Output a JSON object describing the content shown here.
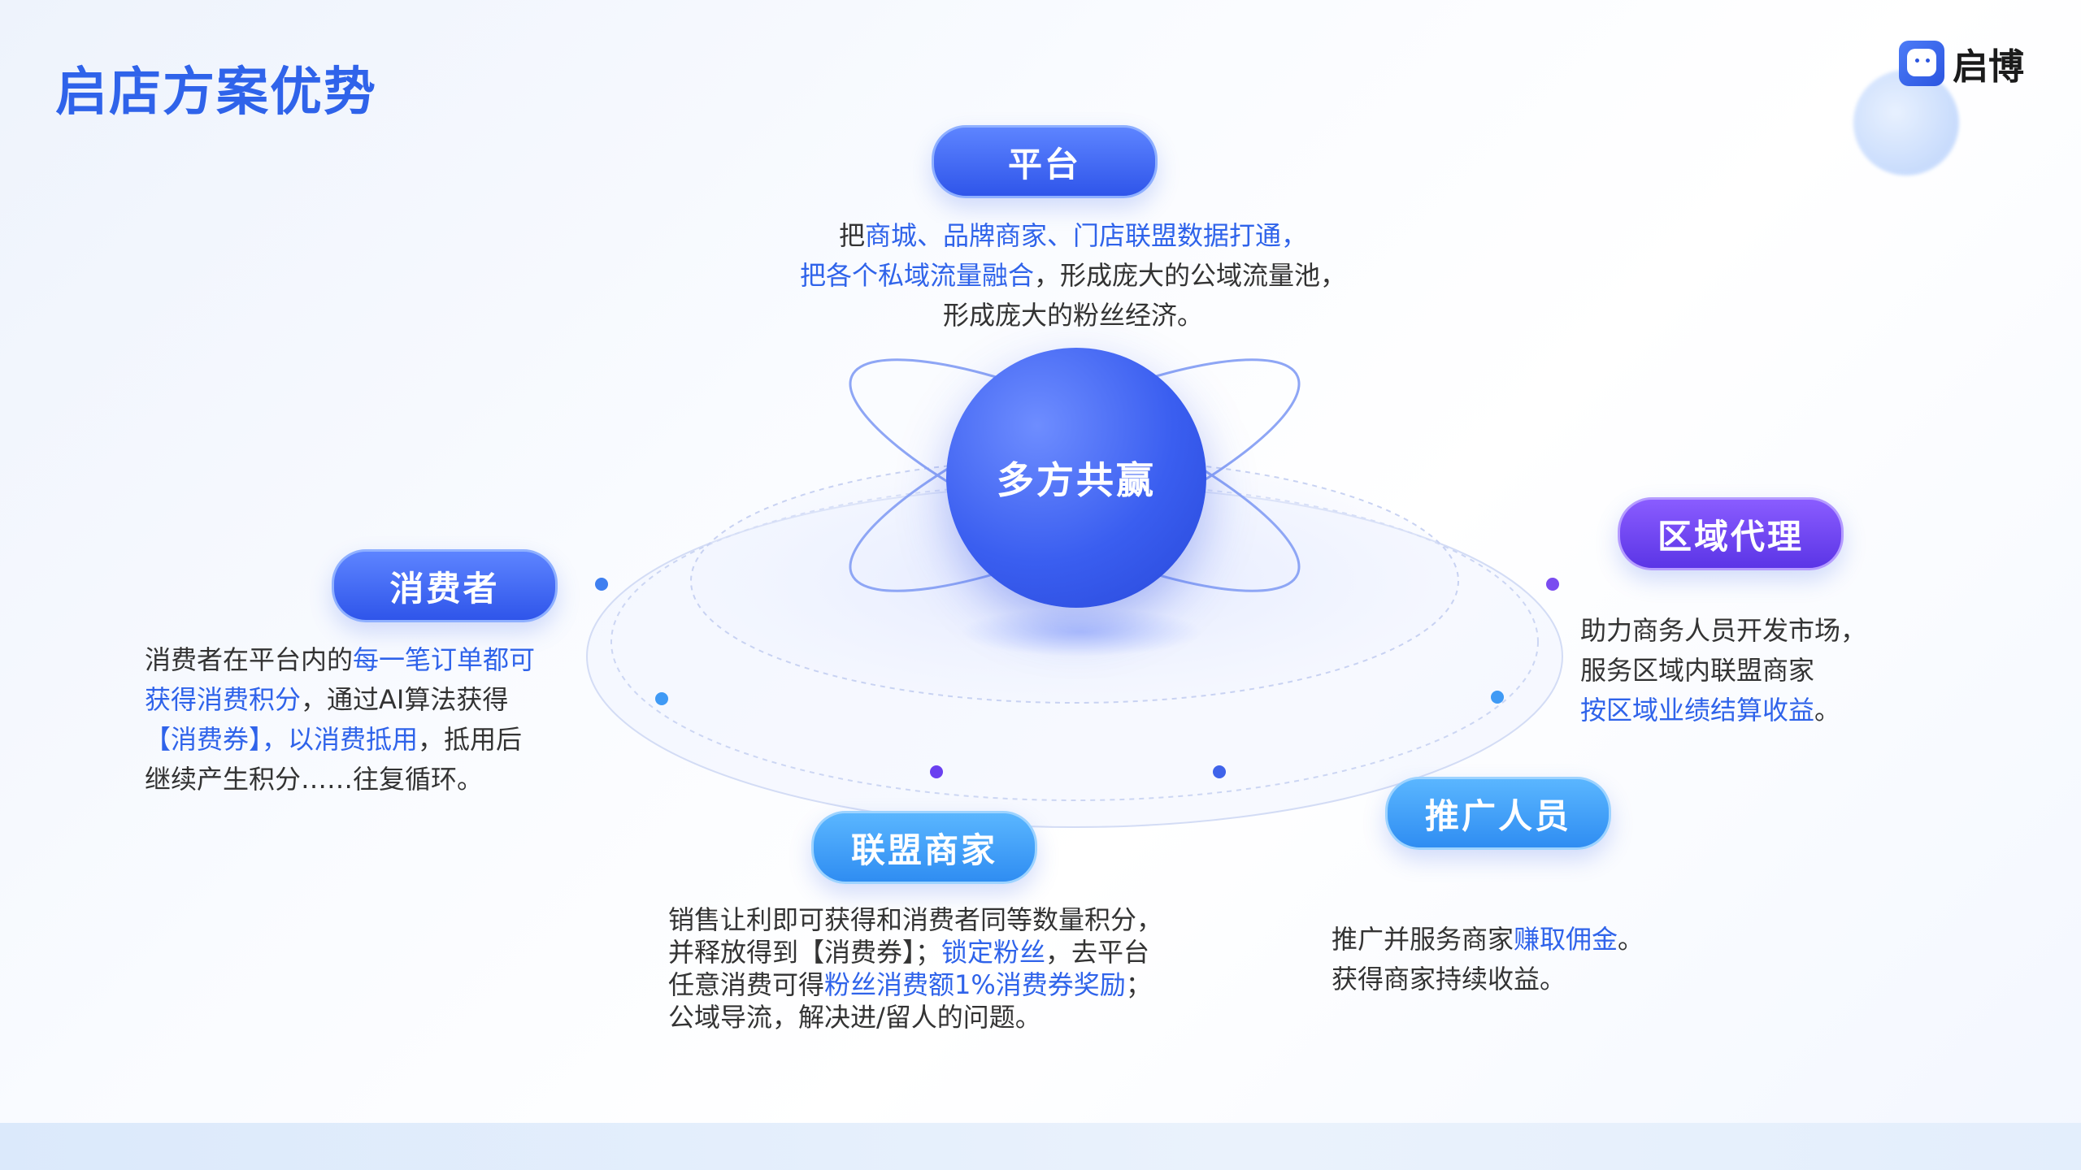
{
  "title": "启店方案优势",
  "brand": {
    "name": "启博",
    "icon": "chat-bubble-icon"
  },
  "center": {
    "label": "多方共赢"
  },
  "platform": {
    "label": "平台",
    "desc": [
      {
        "text": "把",
        "hl": false
      },
      {
        "text": "商城、品牌商家、门店联盟数据打通，",
        "hl": true
      },
      {
        "text": "\n",
        "hl": false
      },
      {
        "text": "把各个私域流量融合",
        "hl": true
      },
      {
        "text": "，形成庞大的公域流量池，",
        "hl": false
      },
      {
        "text": "\n",
        "hl": false
      },
      {
        "text": "形成庞大的粉丝经济。",
        "hl": false
      }
    ]
  },
  "consumer": {
    "label": "消费者",
    "desc": [
      {
        "text": "消费者在平台内的",
        "hl": false
      },
      {
        "text": "每一笔订单都可",
        "hl": true
      },
      {
        "text": "\n",
        "hl": false
      },
      {
        "text": "获得消费积分",
        "hl": true
      },
      {
        "text": "，通过AI算法获得",
        "hl": false
      },
      {
        "text": "\n",
        "hl": false
      },
      {
        "text": "【消费券】，以消费抵用",
        "hl": true
      },
      {
        "text": "，抵用后",
        "hl": false
      },
      {
        "text": "\n",
        "hl": false
      },
      {
        "text": "继续产生积分……往复循环。",
        "hl": false
      }
    ]
  },
  "agent": {
    "label": "区域代理",
    "desc": [
      {
        "text": "助力商务人员开发市场，",
        "hl": false
      },
      {
        "text": "\n",
        "hl": false
      },
      {
        "text": "服务区域内联盟商家",
        "hl": false
      },
      {
        "text": "\n",
        "hl": false
      },
      {
        "text": "按区域业绩结算收益",
        "hl": true
      },
      {
        "text": "。",
        "hl": false
      }
    ]
  },
  "merchant": {
    "label": "联盟商家",
    "desc": [
      {
        "text": "销售让利即可获得和消费者同等数量积分，",
        "hl": false
      },
      {
        "text": "\n",
        "hl": false
      },
      {
        "text": "并释放得到【消费券】；",
        "hl": false
      },
      {
        "text": "锁定粉丝",
        "hl": true
      },
      {
        "text": "，去平台",
        "hl": false
      },
      {
        "text": "\n",
        "hl": false
      },
      {
        "text": "任意消费可得",
        "hl": false
      },
      {
        "text": "粉丝消费额1%消费券奖励",
        "hl": true
      },
      {
        "text": "；",
        "hl": false
      },
      {
        "text": "\n",
        "hl": false
      },
      {
        "text": "公域导流，解决进/留人的问题。",
        "hl": false
      }
    ]
  },
  "promoter": {
    "label": "推广人员",
    "desc": [
      {
        "text": "推广并服务商家",
        "hl": false
      },
      {
        "text": "赚取佣金",
        "hl": true
      },
      {
        "text": "。",
        "hl": false
      },
      {
        "text": "\n",
        "hl": false
      },
      {
        "text": "获得商家持续收益。",
        "hl": false
      }
    ]
  },
  "colors": {
    "primary": "#2f63ea",
    "purple": "#6a40f0",
    "sky": "#3b9af5",
    "text": "#333333"
  }
}
